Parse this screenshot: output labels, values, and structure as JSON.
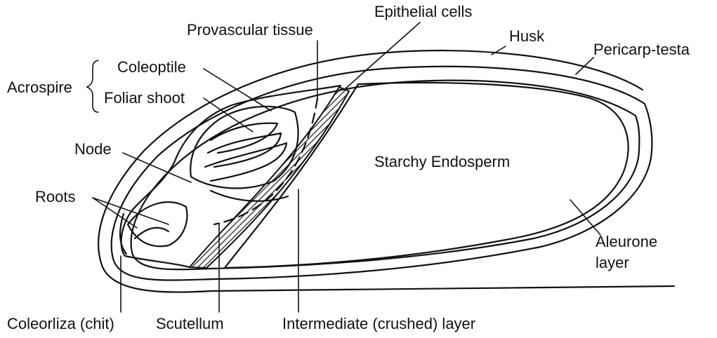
{
  "labels": {
    "epithelial_cells": "Epithelial cells",
    "provascular_tissue": "Provascular tissue",
    "husk": "Husk",
    "pericarp_testa": "Pericarp-testa",
    "acrospire": "Acrospire",
    "coleoptile": "Coleoptile",
    "foliar_shoot": "Foliar shoot",
    "node": "Node",
    "starchy_endosperm": "Starchy Endosperm",
    "roots": "Roots",
    "aleurone_layer_line1": "Aleurone",
    "aleurone_layer_line2": "layer",
    "coleorhiza": "Coleorliza (chit)",
    "scutellum": "Scutellum",
    "intermediate_layer": "Intermediate (crushed) layer"
  },
  "colors": {
    "ink": "#111111",
    "background": "#ffffff"
  }
}
